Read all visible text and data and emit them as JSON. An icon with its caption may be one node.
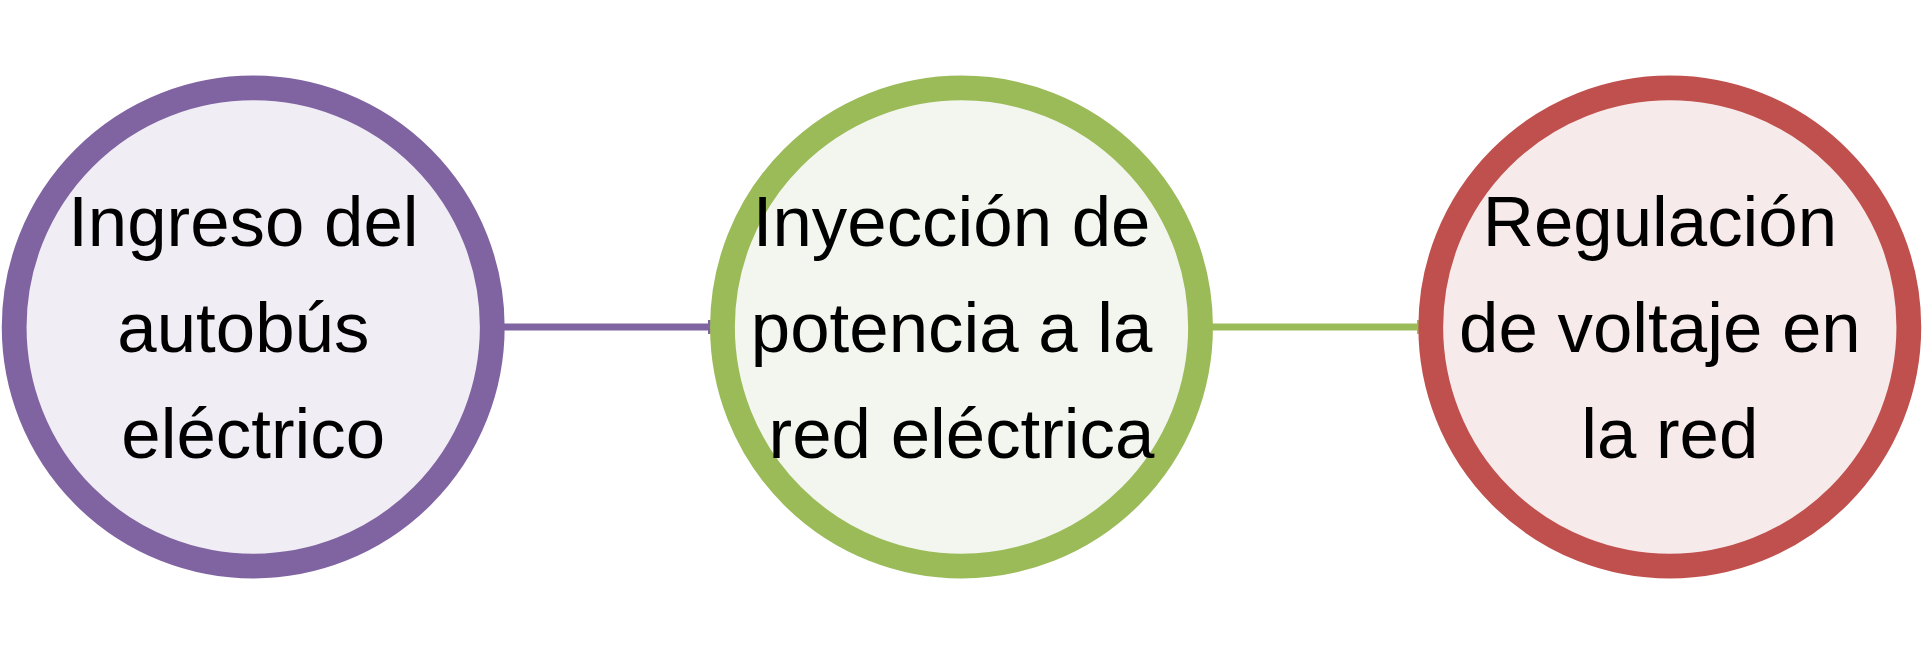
{
  "diagram": {
    "nodes": [
      {
        "text": [
          "Ingreso del autobús eléctrico"
        ]
      },
      {
        "text": [
          "Inyección de potencia a la red eléctrica"
        ]
      },
      {
        "text": [
          "Regulación de voltaje en la red"
        ]
      }
    ],
    "edges": [
      {
        "from": 0,
        "to": 1,
        "arrow": "to",
        "color": "#8064a2"
      },
      {
        "from": 1,
        "to": 2,
        "arrow": "to",
        "color": "#9bbb59"
      }
    ]
  }
}
